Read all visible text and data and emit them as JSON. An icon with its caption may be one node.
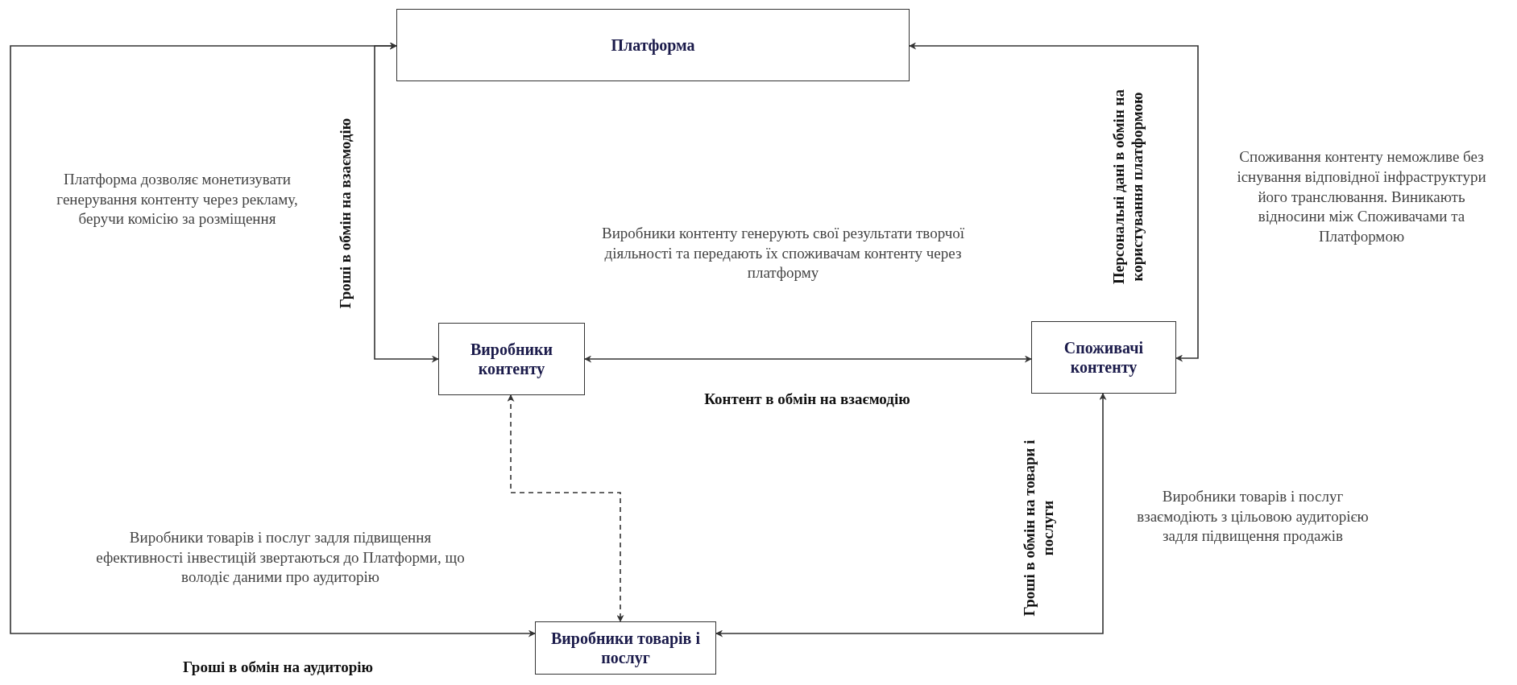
{
  "diagram": {
    "nodes": [
      {
        "text": [
          "Платформа"
        ]
      },
      {
        "text": [
          "Виробники контенту"
        ]
      },
      {
        "text": [
          "Споживачі контенту"
        ]
      },
      {
        "text": [
          "Виробники товарів і послуг"
        ]
      }
    ],
    "edges": [
      {
        "from": 1,
        "to": 0,
        "arrow": "both",
        "label": "Гроші в обмін  на взаємодію"
      },
      {
        "from": 3,
        "to": 0,
        "arrow": "both",
        "label": "Гроші в обмін на аудиторію"
      },
      {
        "from": 2,
        "to": 0,
        "arrow": "both",
        "label": "Персональні дані в обмін на користування платформою"
      },
      {
        "from": 1,
        "to": 2,
        "arrow": "both",
        "label": "Контент в обмін на взаємодію"
      },
      {
        "from": 2,
        "to": 3,
        "arrow": "both",
        "label": "Гроші в обмін на товари і послуги"
      },
      {
        "from": 1,
        "to": 3,
        "arrow": "both",
        "style": "dashed"
      }
    ],
    "labels": [
      "Платформа дозволяє монетизувати генерування контенту через рекламу, беручи комісію за розміщення",
      "Виробники контенту генерують свої результати творчої діяльності та передають їх споживачам контенту через платформу",
      "Споживання контенту неможливе без існування відповідної інфраструктури його транслювання. Виникають відносини між Споживачами та Платформою",
      "Виробники товарів і послуг задля підвищення ефективності інвестицій звертаються до Платформи, що володіє даними про аудиторію",
      "Виробники товарів і послуг взаємодіють з цільовою аудиторією задля підвищення продажів"
    ]
  }
}
